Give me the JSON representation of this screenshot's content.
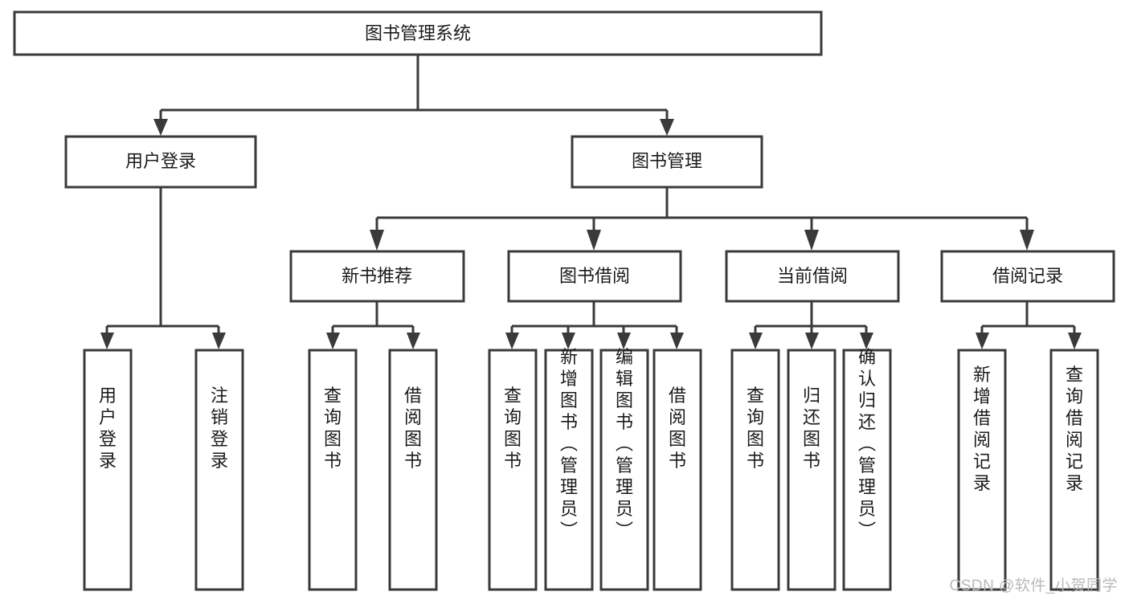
{
  "diagram": {
    "type": "tree-hierarchy",
    "title": "图书管理系统",
    "orientation": "top-down",
    "colors": {
      "box_stroke": "#3a3a3a",
      "box_fill": "#ffffff",
      "text": "#1b1b1b",
      "connector": "#3a3a3a",
      "watermark": "#b9b9b9",
      "background": "#ffffff"
    },
    "levels": [
      {
        "level": 1,
        "nodes": [
          {
            "id": "root",
            "label": "图书管理系统",
            "orientation": "horizontal"
          }
        ]
      },
      {
        "level": 2,
        "nodes": [
          {
            "id": "login",
            "label": "用户登录",
            "orientation": "horizontal",
            "parent": "root"
          },
          {
            "id": "bookmgmt",
            "label": "图书管理",
            "orientation": "horizontal",
            "parent": "root"
          }
        ]
      },
      {
        "level": 3,
        "nodes": [
          {
            "id": "newbook",
            "label": "新书推荐",
            "orientation": "horizontal",
            "parent": "bookmgmt"
          },
          {
            "id": "borrow",
            "label": "图书借阅",
            "orientation": "horizontal",
            "parent": "bookmgmt"
          },
          {
            "id": "current",
            "label": "当前借阅",
            "orientation": "horizontal",
            "parent": "bookmgmt"
          },
          {
            "id": "records",
            "label": "借阅记录",
            "orientation": "horizontal",
            "parent": "bookmgmt"
          }
        ]
      },
      {
        "level": 4,
        "nodes": [
          {
            "id": "leaf-1",
            "label": "用户登录",
            "orientation": "vertical",
            "parent": "login"
          },
          {
            "id": "leaf-2",
            "label": "注销登录",
            "orientation": "vertical",
            "parent": "login"
          },
          {
            "id": "leaf-3",
            "label": "查询图书",
            "orientation": "vertical",
            "parent": "newbook"
          },
          {
            "id": "leaf-4",
            "label": "借阅图书",
            "orientation": "vertical",
            "parent": "newbook"
          },
          {
            "id": "leaf-5",
            "label": "查询图书",
            "orientation": "vertical",
            "parent": "borrow"
          },
          {
            "id": "leaf-6",
            "label": "新增图书（管理员）",
            "orientation": "vertical",
            "parent": "borrow"
          },
          {
            "id": "leaf-7",
            "label": "编辑图书（管理员）",
            "orientation": "vertical",
            "parent": "borrow"
          },
          {
            "id": "leaf-8",
            "label": "借阅图书",
            "orientation": "vertical",
            "parent": "borrow"
          },
          {
            "id": "leaf-9",
            "label": "查询图书",
            "orientation": "vertical",
            "parent": "current"
          },
          {
            "id": "leaf-10",
            "label": "归还图书",
            "orientation": "vertical",
            "parent": "current"
          },
          {
            "id": "leaf-11",
            "label": "确认归还（管理员）",
            "orientation": "vertical",
            "parent": "current"
          },
          {
            "id": "leaf-12",
            "label": "新增借阅记录",
            "orientation": "vertical",
            "parent": "records"
          },
          {
            "id": "leaf-13",
            "label": "查询借阅记录",
            "orientation": "vertical",
            "parent": "records"
          }
        ]
      }
    ]
  },
  "watermark": {
    "text": "CSDN @软件_小贺同学"
  }
}
